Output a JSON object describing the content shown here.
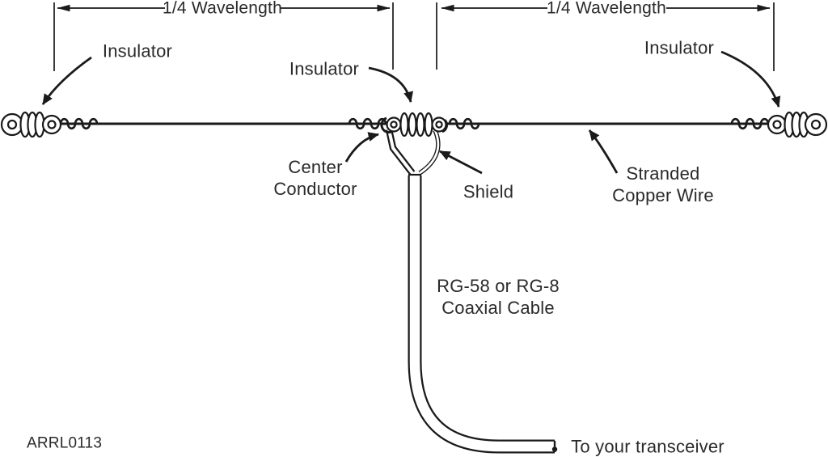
{
  "figure": {
    "id_code": "ARRL0113",
    "type": "antenna-diagram",
    "subject": "Half-wave dipole antenna fed with coaxial cable"
  },
  "colors": {
    "ink": "#1a1a1a",
    "text": "#2a2a2a",
    "background": "#ffffff"
  },
  "dimensions": {
    "left_label": "1/4 Wavelength",
    "right_label": "1/4 Wavelength"
  },
  "labels": {
    "insulator_left": "Insulator",
    "insulator_center": "Insulator",
    "insulator_right": "Insulator",
    "center_conductor": "Center\nConductor",
    "shield": "Shield",
    "stranded_copper_wire": "Stranded\nCopper Wire",
    "coax_cable": "RG-58 or RG-8\nCoaxial Cable",
    "to_transceiver": "To your transceiver"
  }
}
